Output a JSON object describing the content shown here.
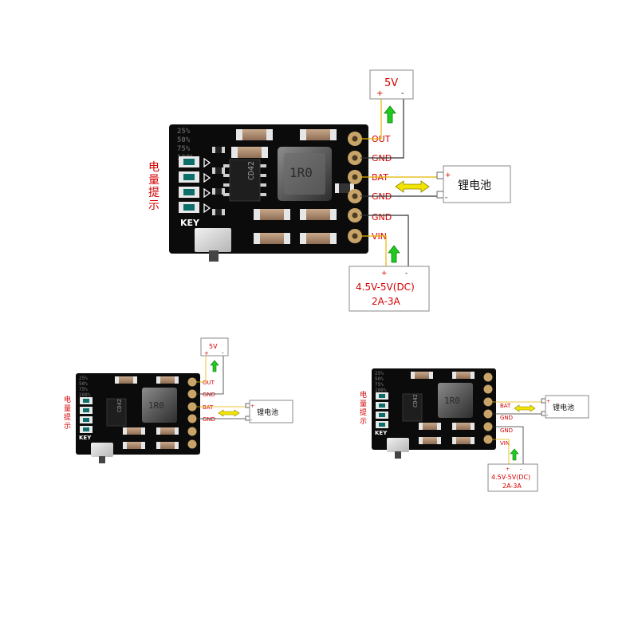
{
  "diagrams": [
    {
      "pins": [
        "OUT",
        "GND",
        "BAT",
        "GND",
        "GND",
        "VIN"
      ],
      "output_box": {
        "label": "5V",
        "plus": "+",
        "minus": "-"
      },
      "battery_box": {
        "label": "锂电池",
        "plus": "+",
        "minus": "-"
      },
      "input_box": {
        "line1": "4.5V-5V(DC)",
        "line2": "2A-3A",
        "plus": "+",
        "minus": "-"
      },
      "led_labels": [
        "25%",
        "50%",
        "75%",
        "100%"
      ],
      "side_label": [
        "电",
        "量",
        "提",
        "示"
      ],
      "key_label": "KEY",
      "chip_label": "CD42",
      "inductor_label": "1R0"
    },
    {
      "pins": [
        "OUT",
        "GND",
        "BAT",
        "GND"
      ],
      "output_box": {
        "label": "5V",
        "plus": "+",
        "minus": "-"
      },
      "battery_box": {
        "label": "锂电池",
        "plus": "+",
        "minus": "-"
      },
      "led_labels": [
        "25%",
        "50%",
        "75%",
        "100%"
      ],
      "side_label": [
        "电",
        "量",
        "提",
        "示"
      ],
      "key_label": "KEY",
      "chip_label": "CD42",
      "inductor_label": "1R0"
    },
    {
      "pins": [
        "BAT",
        "GND",
        "GND",
        "VIN"
      ],
      "battery_box": {
        "label": "锂电池",
        "plus": "+",
        "minus": "-"
      },
      "input_box": {
        "line1": "4.5V-5V(DC)",
        "line2": "2A-3A",
        "plus": "+",
        "minus": "-"
      },
      "led_labels": [
        "25%",
        "50%",
        "75%",
        "100%"
      ],
      "side_label": [
        "电",
        "量",
        "提",
        "示"
      ],
      "key_label": "KEY",
      "chip_label": "CD42",
      "inductor_label": "1R0"
    }
  ]
}
